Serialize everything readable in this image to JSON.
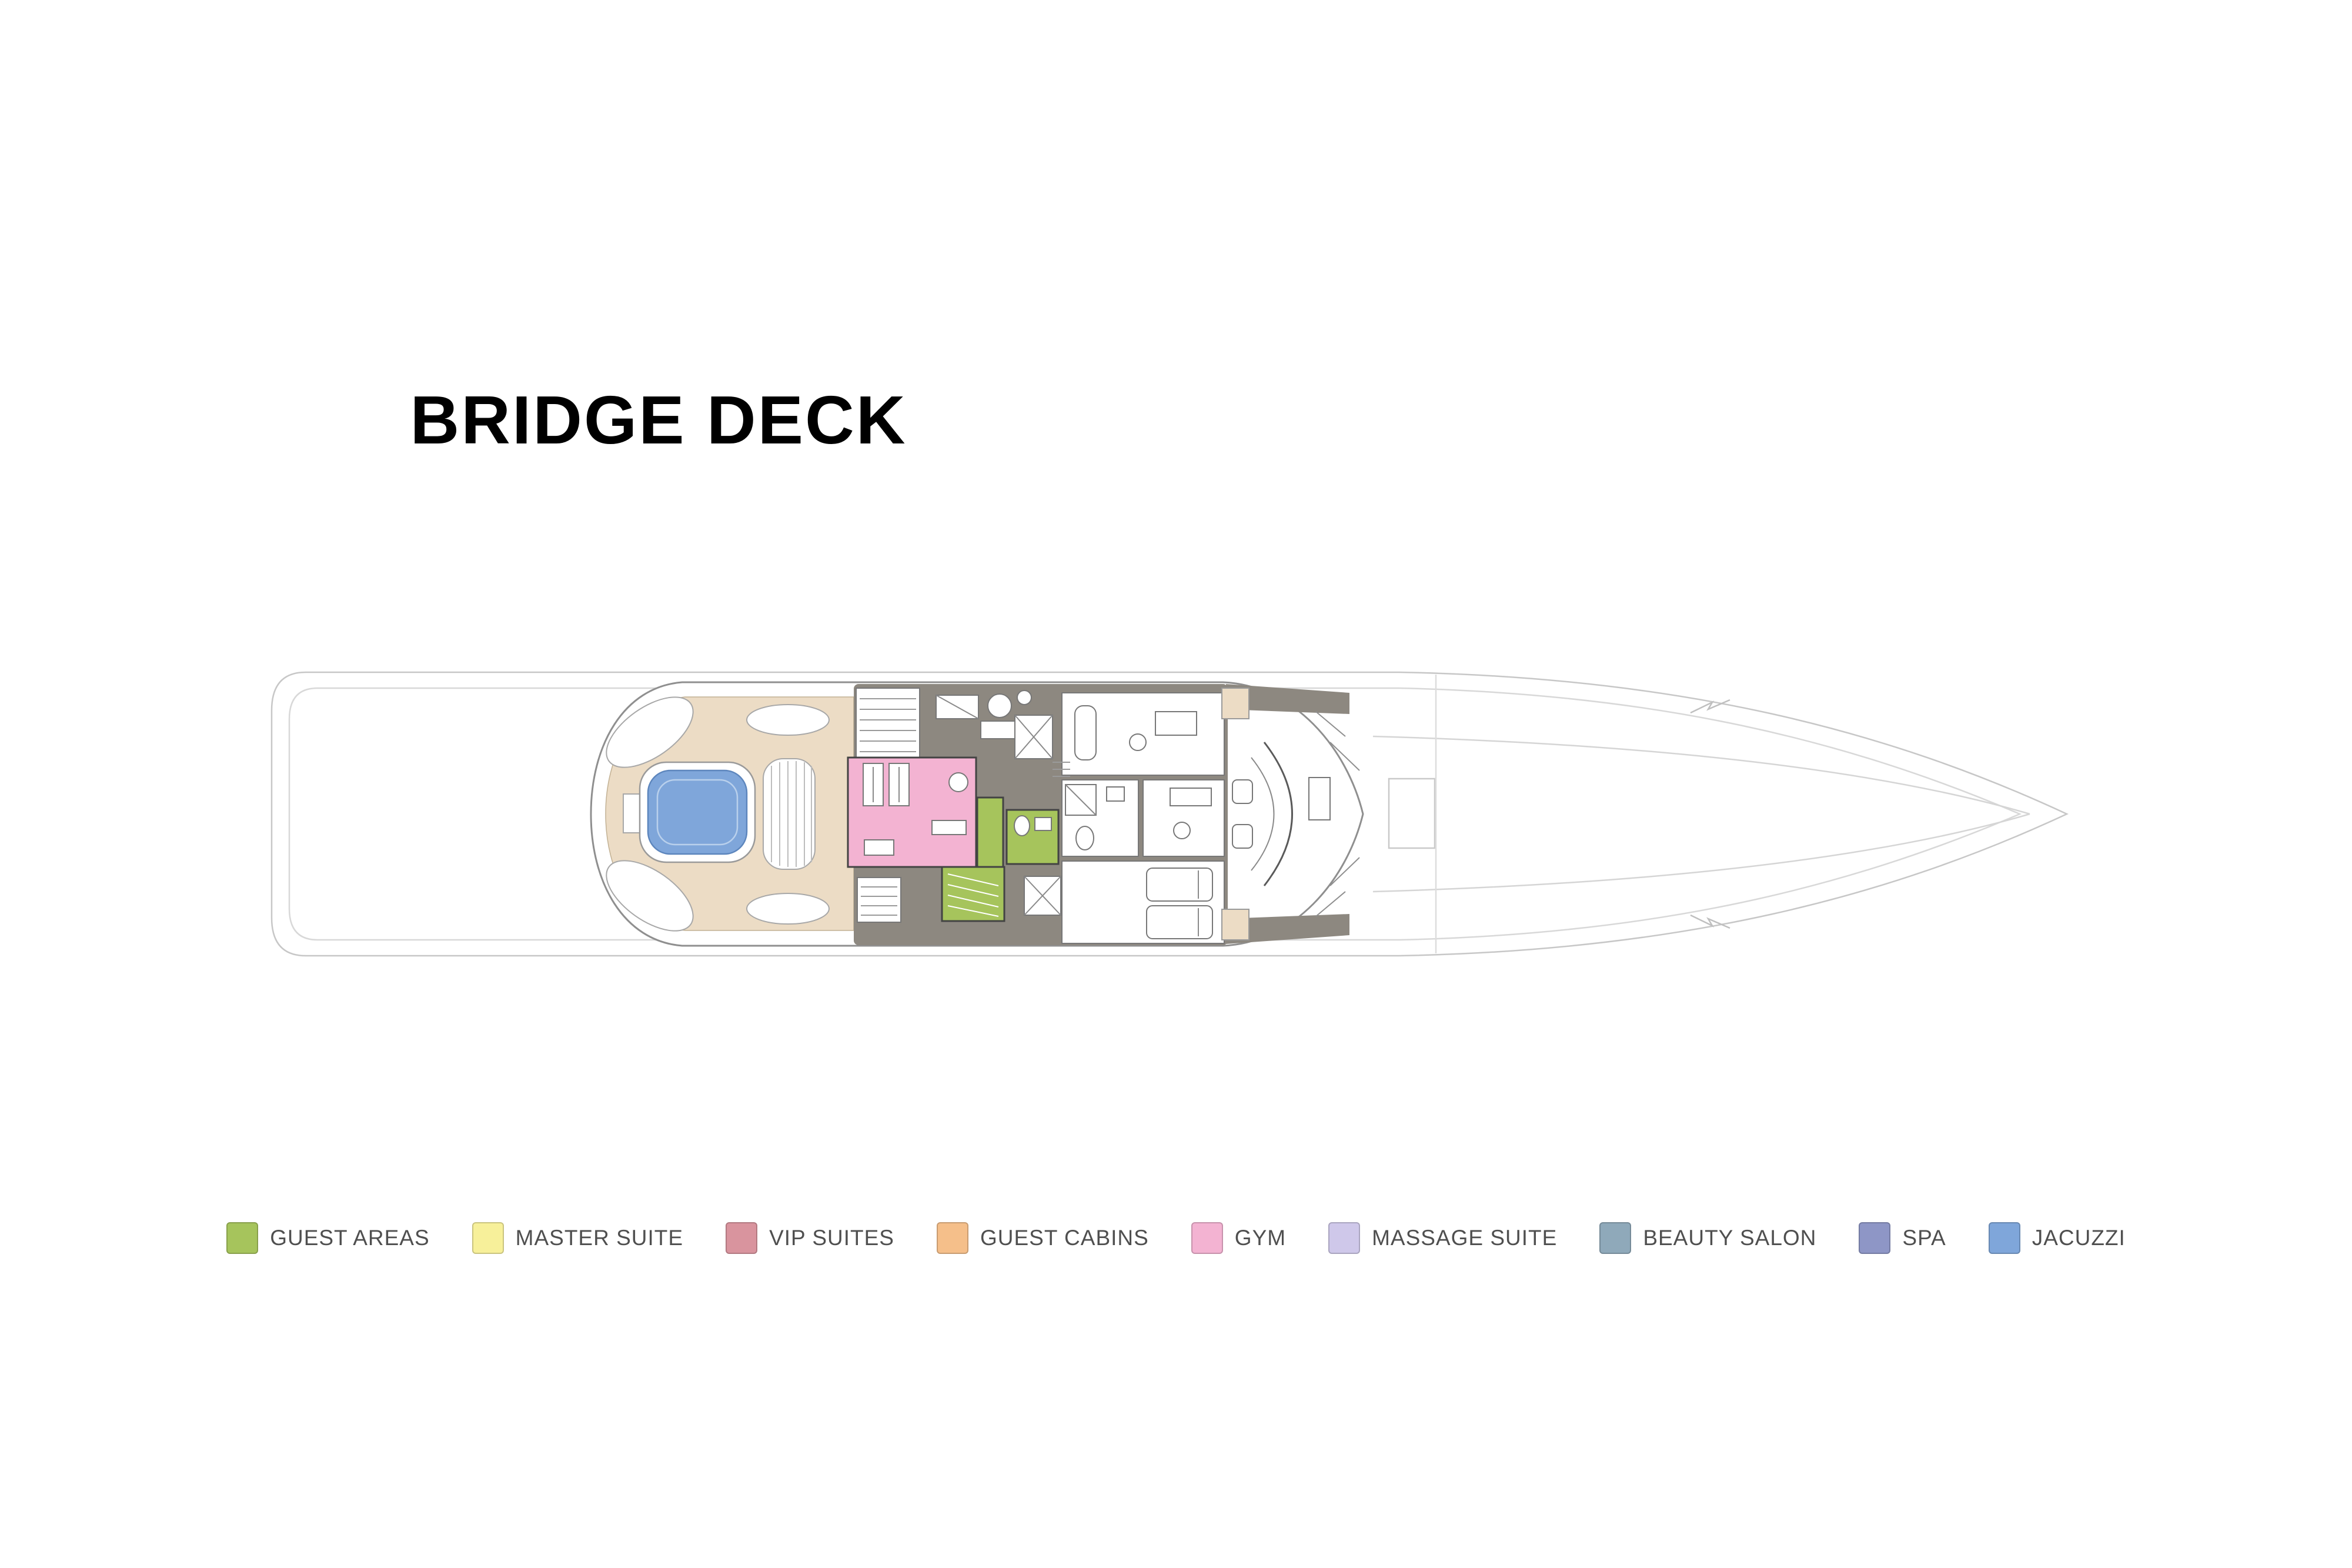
{
  "title": "BRIDGE DECK",
  "legend": {
    "items": [
      {
        "id": "guest-areas",
        "label": "GUEST AREAS",
        "color": "#a6c45c"
      },
      {
        "id": "master-suite",
        "label": "MASTER SUITE",
        "color": "#f7f09a"
      },
      {
        "id": "vip-suites",
        "label": "VIP SUITES",
        "color": "#d9949e"
      },
      {
        "id": "guest-cabins",
        "label": "GUEST CABINS",
        "color": "#f5bf8a"
      },
      {
        "id": "gym",
        "label": "GYM",
        "color": "#f3b3d2"
      },
      {
        "id": "massage-suite",
        "label": "MASSAGE SUITE",
        "color": "#cfc8ea"
      },
      {
        "id": "beauty-salon",
        "label": "BEAUTY SALON",
        "color": "#8fa9ba"
      },
      {
        "id": "spa",
        "label": "SPA",
        "color": "#8e96c6"
      },
      {
        "id": "jacuzzi",
        "label": "JACUZZI",
        "color": "#7fa6da"
      }
    ]
  },
  "plan": {
    "name": "bridge-deck-floor-plan",
    "colors": {
      "hull_outline": "#c7c7c7",
      "hull_inner": "#d8d8d8",
      "structure_outline": "#8f8f8f",
      "roof_gray": "#8d8880",
      "teak_deck": "#ecdcc5",
      "teak_edge": "#c2b194",
      "gym_pink": "#f3b3d2",
      "guest_green": "#a6c45c",
      "jacuzzi_blue": "#7fa6da",
      "jacuzzi_trim": "#b9d0ec"
    }
  }
}
